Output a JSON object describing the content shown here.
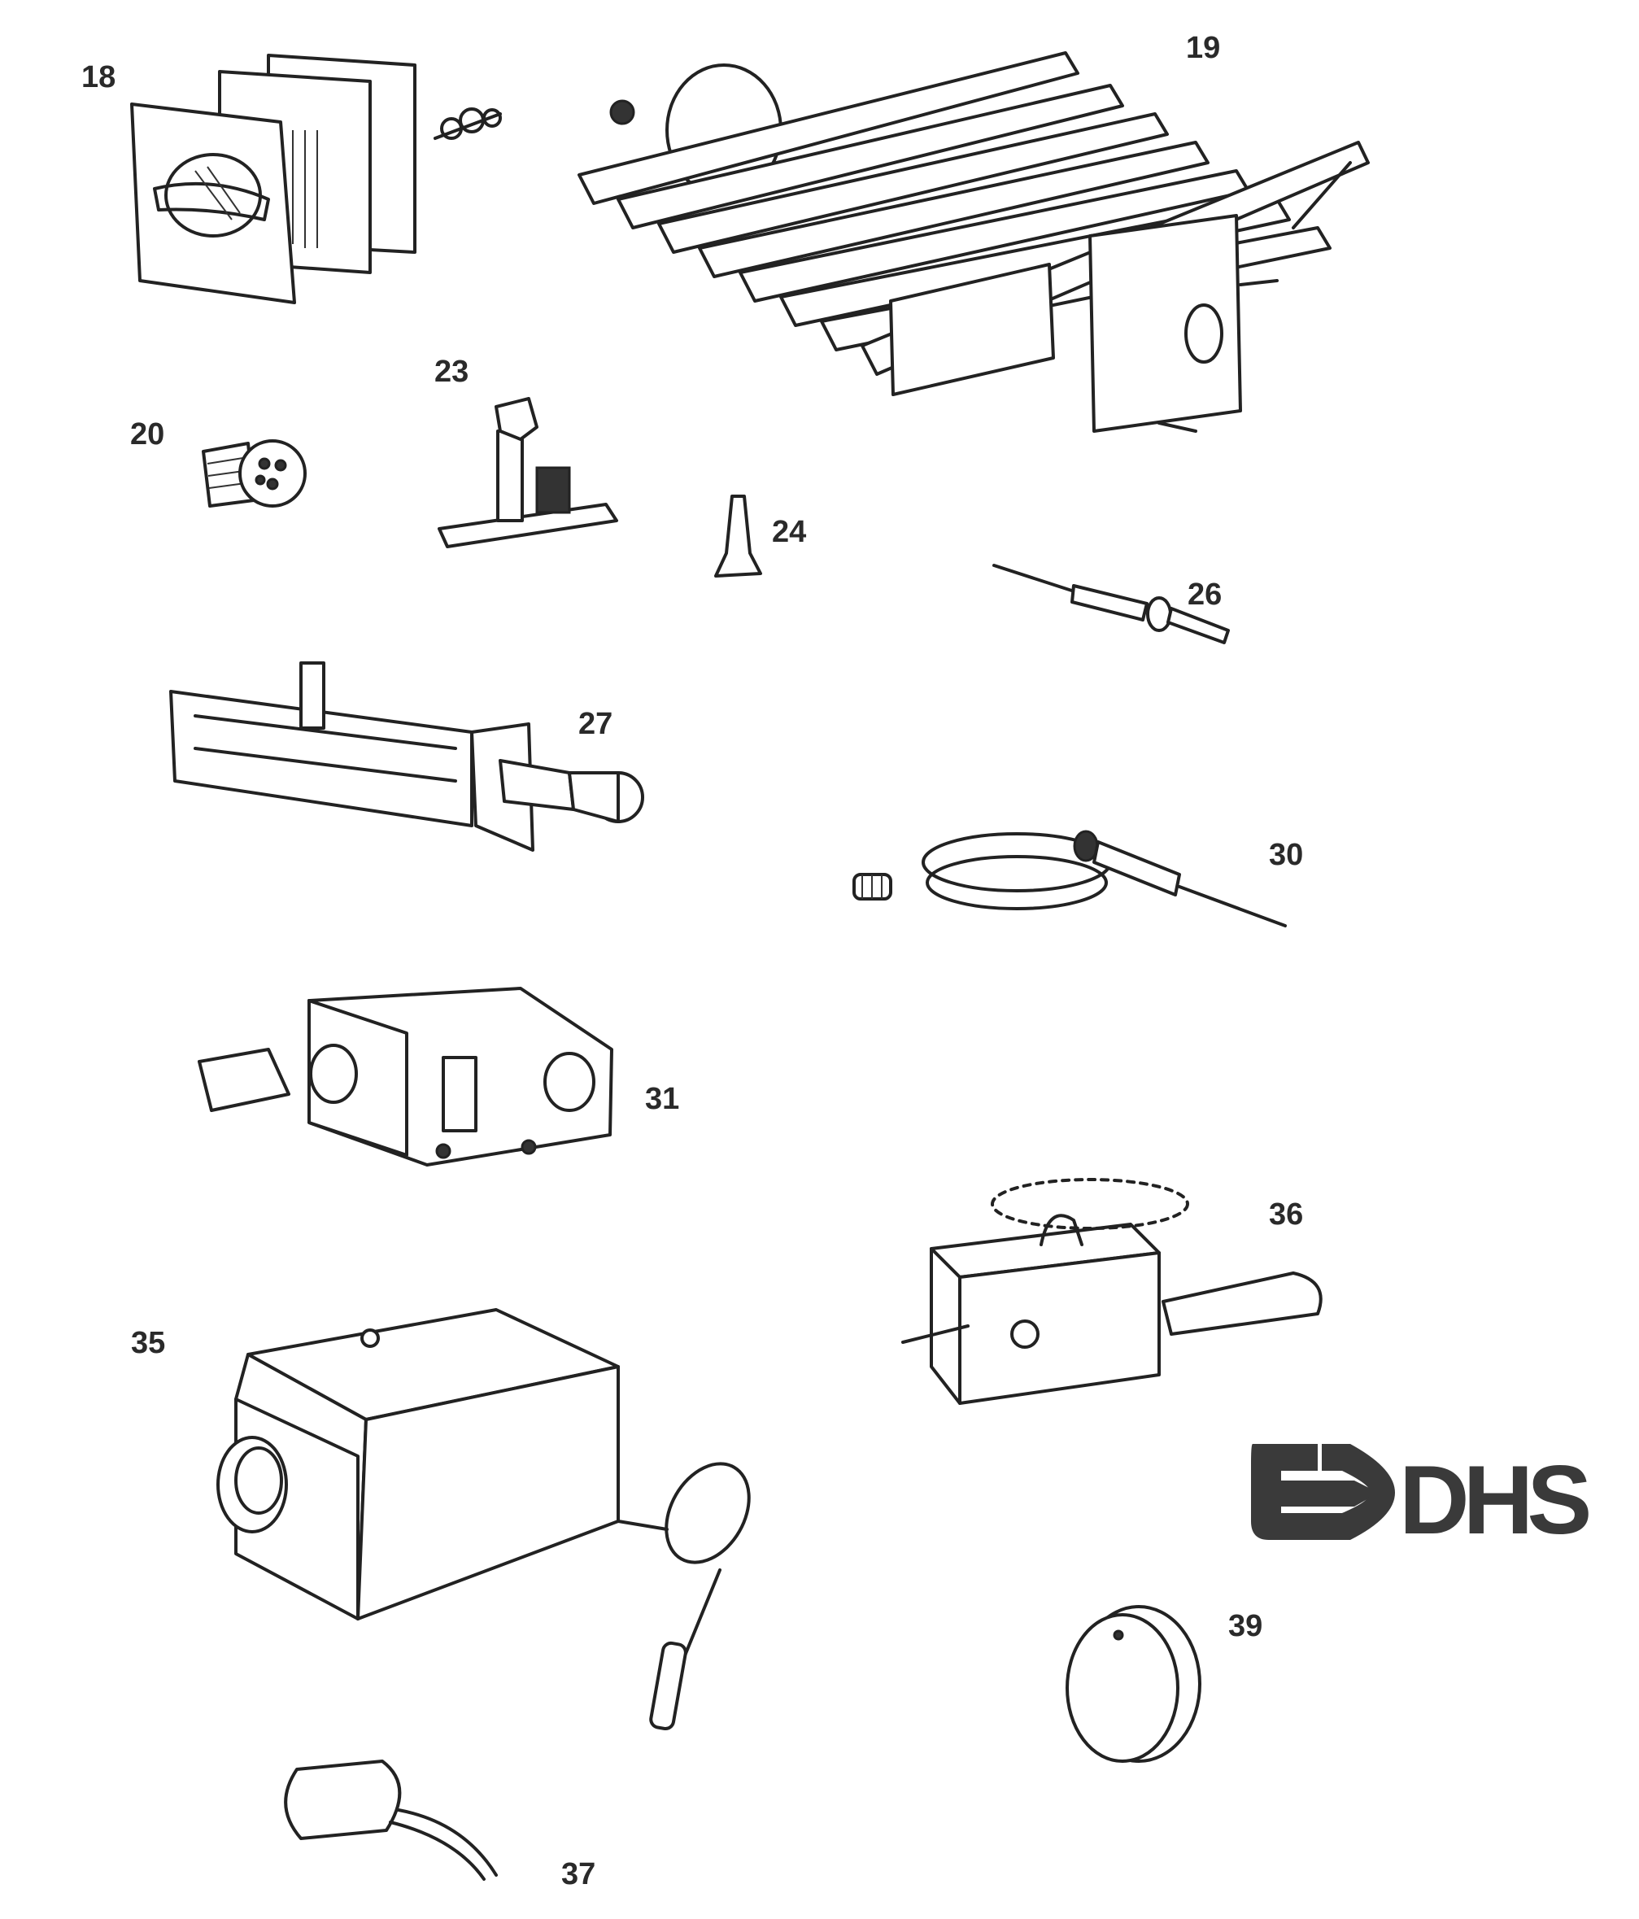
{
  "diagram": {
    "labels": {
      "p18": "18",
      "p19": "19",
      "p20": "20",
      "p23": "23",
      "p24": "24",
      "p26": "26",
      "p27": "27",
      "p30": "30",
      "p31": "31",
      "p35": "35",
      "p36": "36",
      "p37": "37",
      "p39": "39"
    },
    "logo": {
      "text": "DHS",
      "color": "#3a3a3a"
    }
  }
}
